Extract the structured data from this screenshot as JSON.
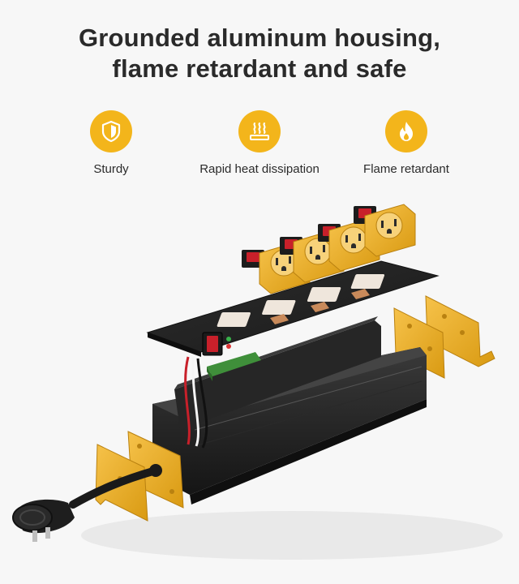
{
  "headline": {
    "line1": "Grounded aluminum housing,",
    "line2": "flame retardant and safe"
  },
  "features": [
    {
      "label": "Sturdy",
      "icon": "shield-icon"
    },
    {
      "label": "Rapid heat dissipation",
      "icon": "heat-waves-icon"
    },
    {
      "label": "Flame retardant",
      "icon": "flame-icon"
    }
  ],
  "colors": {
    "accent": "#f3b51b",
    "housing": "#1e1e1e",
    "bracket": "#e8b020",
    "copper": "#c98a5a",
    "switch": "#c8202a"
  }
}
